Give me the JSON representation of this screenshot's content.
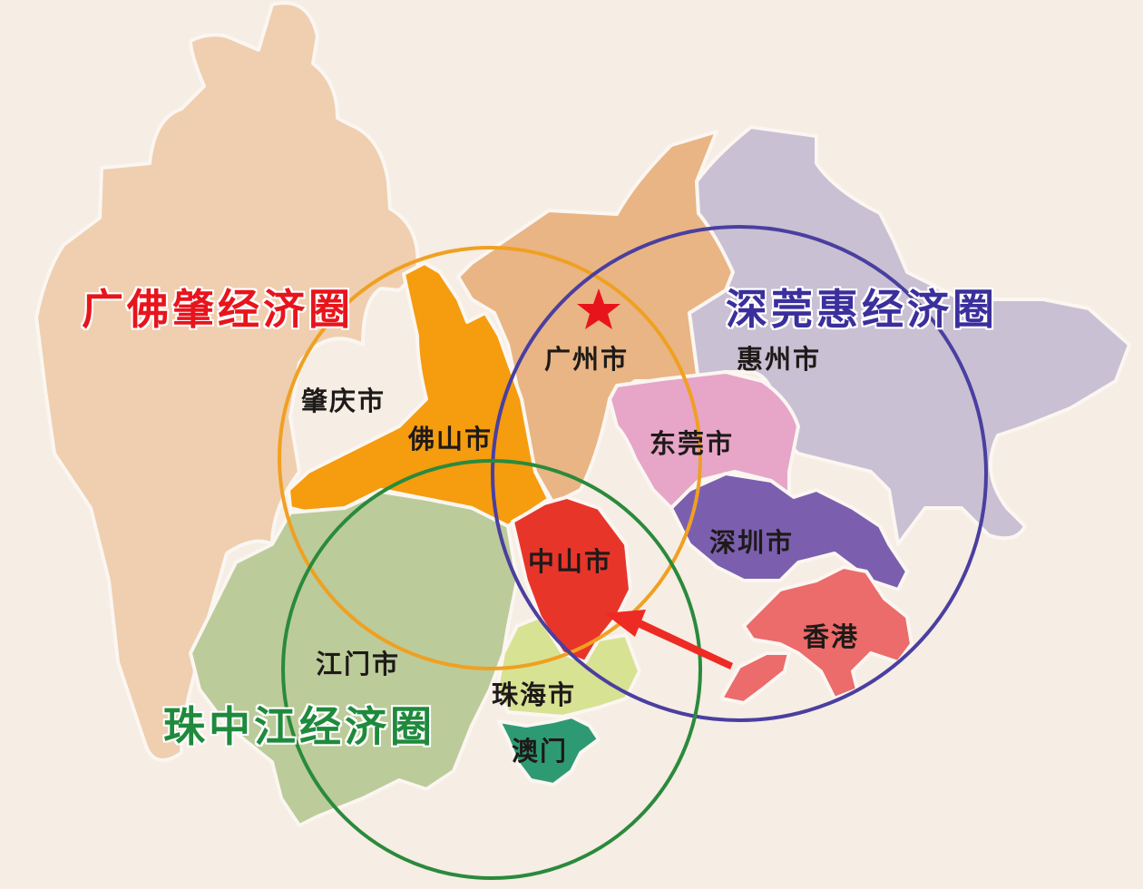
{
  "map": {
    "background_color": "#f6ede4",
    "capital_marker": {
      "icon": "star-icon",
      "city": "广州市",
      "color": "#e8141c"
    },
    "pointer_arrow": {
      "icon": "arrow-icon",
      "points_to": "中山市",
      "from": "香港",
      "color": "#ee2a24"
    },
    "economic_circles": [
      {
        "id": "guang-fo-zhao",
        "title": "广佛肇经济圈",
        "color": "#e8141c",
        "ring_color": "#f0a021"
      },
      {
        "id": "shen-guan-hui",
        "title": "深莞惠经济圈",
        "color": "#3b2f9c",
        "ring_color": "#4a3fa0"
      },
      {
        "id": "zhu-zhong-jiang",
        "title": "珠中江经济圈",
        "color": "#1f8a3c",
        "ring_color": "#2a8a3c"
      }
    ],
    "cities": [
      {
        "name": "肇庆市",
        "fill": "#efcfb0",
        "circle": "广佛肇经济圈"
      },
      {
        "name": "佛山市",
        "fill": "#f59c0f",
        "circle": "广佛肇经济圈"
      },
      {
        "name": "广州市",
        "fill": "#e9b584",
        "circle": "广佛肇经济圈"
      },
      {
        "name": "惠州市",
        "fill": "#c9c0d3",
        "circle": "深莞惠经济圈"
      },
      {
        "name": "东莞市",
        "fill": "#e7a5c8",
        "circle": "深莞惠经济圈"
      },
      {
        "name": "深圳市",
        "fill": "#7b5fae",
        "circle": "深莞惠经济圈"
      },
      {
        "name": "香港",
        "fill": "#ec6b6b",
        "circle": ""
      },
      {
        "name": "中山市",
        "fill": "#e8352a",
        "circle": "珠中江经济圈"
      },
      {
        "name": "江门市",
        "fill": "#bccb9a",
        "circle": "珠中江经济圈"
      },
      {
        "name": "珠海市",
        "fill": "#d8e293",
        "circle": "珠中江经济圈"
      },
      {
        "name": "澳门",
        "fill": "#2e9a74",
        "circle": ""
      }
    ]
  }
}
